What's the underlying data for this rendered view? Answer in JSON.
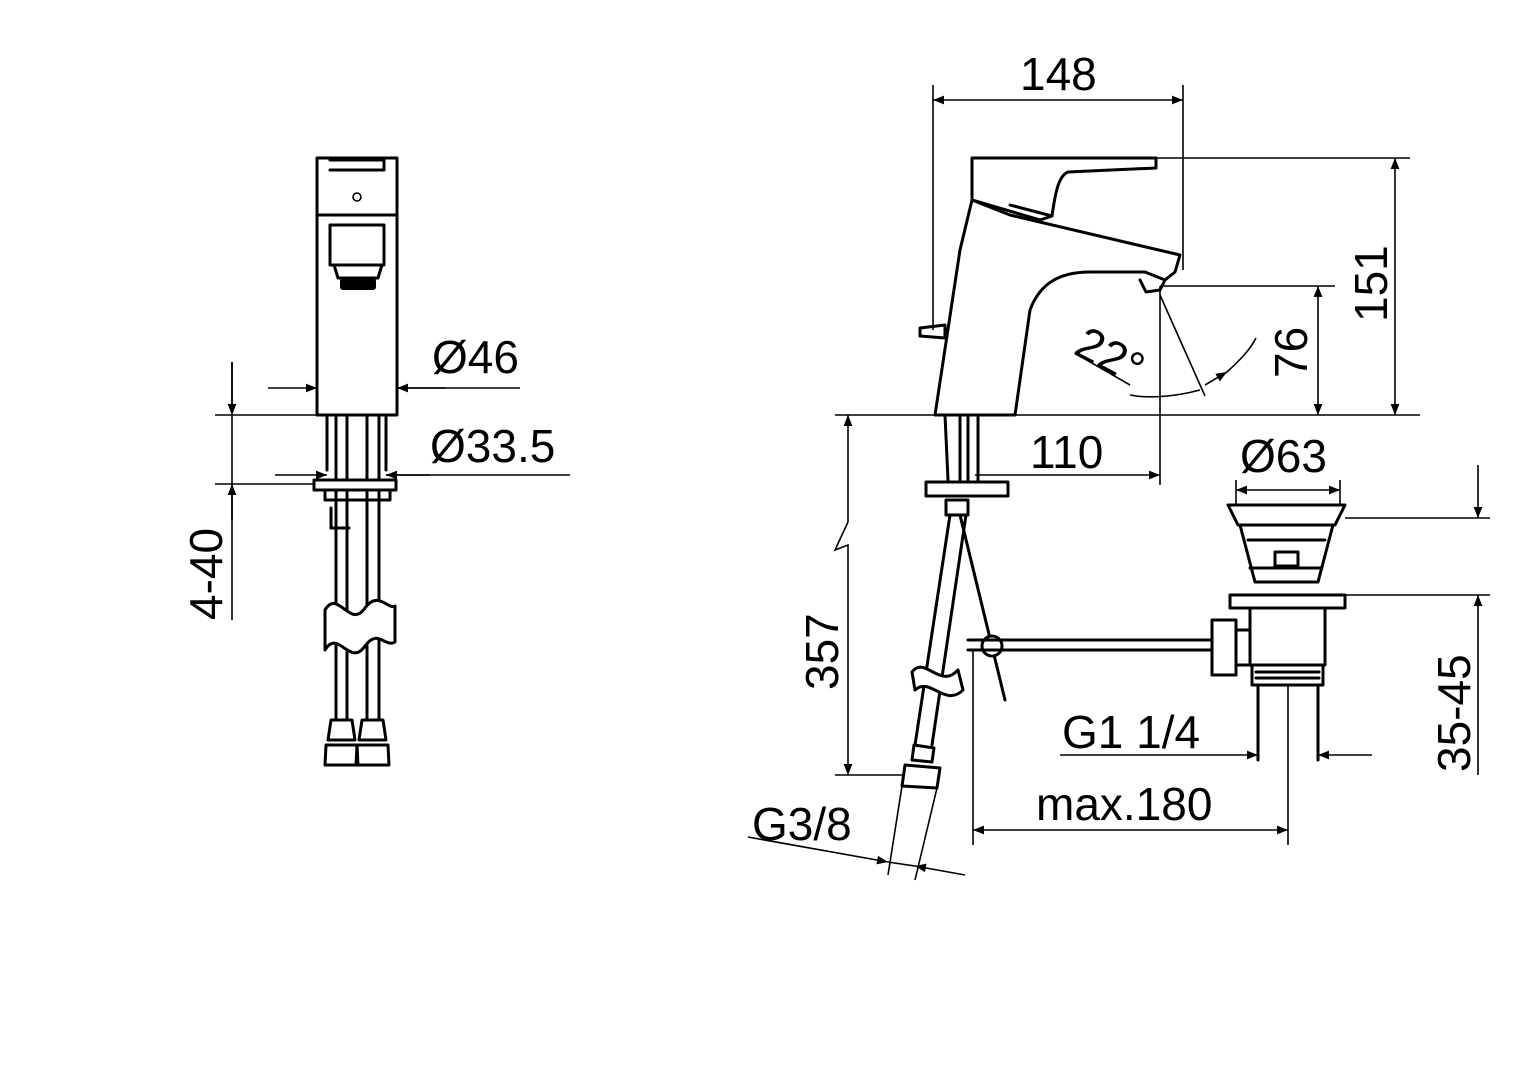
{
  "dimensions": {
    "front_height_range": "4-40",
    "diameter_body": "Ø46",
    "diameter_thread": "Ø33.5",
    "width": "148",
    "height": "151",
    "spout_height": "76",
    "spout_angle": "22°",
    "spout_reach": "110",
    "hose_length": "357",
    "hose_thread": "G3/8",
    "waste_diameter": "Ø63",
    "waste_thread": "G1 1/4",
    "waste_distance": "max.180",
    "waste_height_range": "35-45"
  },
  "colors": {
    "line": "#000000",
    "background": "#ffffff"
  }
}
